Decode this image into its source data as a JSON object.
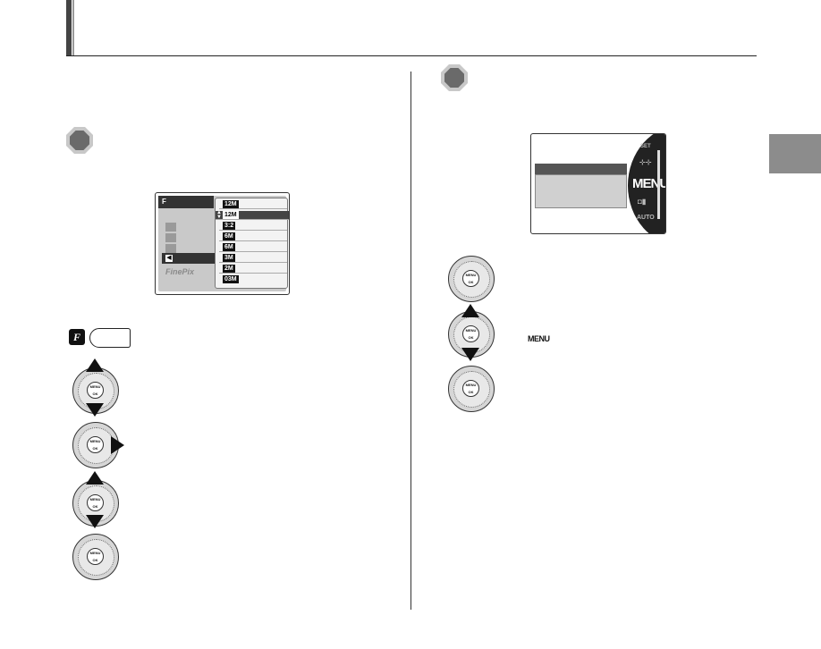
{
  "lcd1": {
    "header_icon": "F",
    "brand": "FinePix",
    "options": [
      "12M",
      "12M",
      "3:2",
      "6M",
      "6M",
      "3M",
      "2M",
      "03M"
    ],
    "selected_index": 1
  },
  "lcd2": {
    "dial_labels": {
      "top": "SET",
      "menu": "MENU",
      "auto": "AUTO"
    }
  },
  "dial": {
    "center_label": "MENU OK"
  },
  "right_steps": {
    "menu_label": "MENU"
  },
  "icons": {
    "f_button": "f-button-icon",
    "section_marker": "hexagon-icon",
    "dial": "four-way-controller-icon"
  },
  "colors": {
    "accent_gray": "#8c8c8c",
    "dark": "#333333"
  }
}
